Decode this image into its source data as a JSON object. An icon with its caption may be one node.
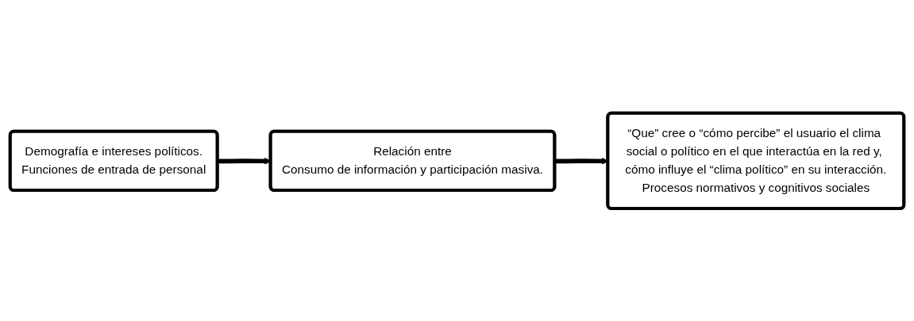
{
  "diagram": {
    "nodes": [
      {
        "text": [
          "Demografía e intereses políticos.",
          "Funciones de entrada de personal"
        ]
      },
      {
        "text": [
          "Relación entre",
          "Consumo de información y participación masiva."
        ]
      },
      {
        "text": [
          "“Que” cree o “cómo percibe” el usuario el clima social o político en el que interactúa en la red y, cómo influye el “clima político” en su interacción.",
          "Procesos normativos y cognitivos sociales"
        ]
      }
    ],
    "edges": [
      {
        "from": 0,
        "to": 1,
        "arrow": "to"
      },
      {
        "from": 1,
        "to": 2,
        "arrow": "to"
      }
    ]
  }
}
